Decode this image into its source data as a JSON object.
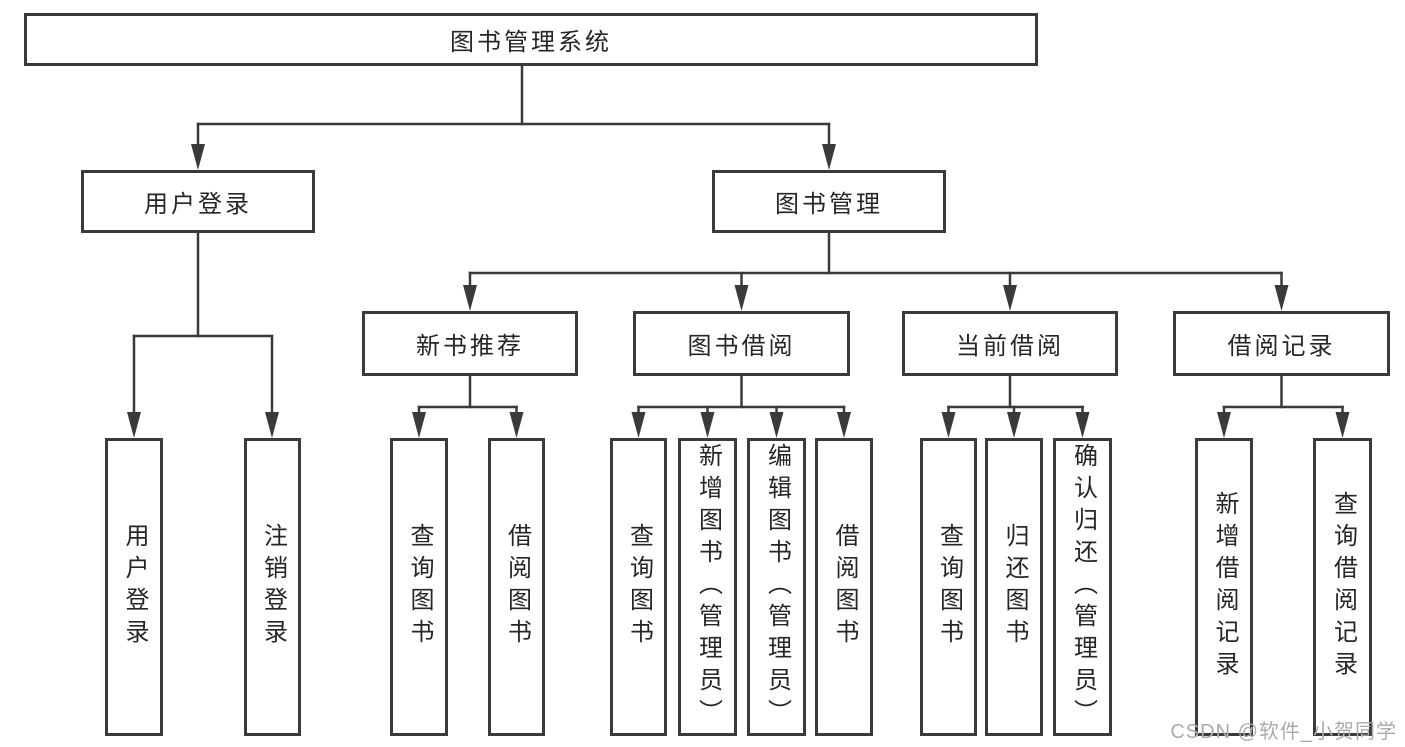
{
  "diagram": {
    "root": {
      "label": "图书管理系统"
    },
    "level2": [
      {
        "id": "user-login",
        "label": "用户登录"
      },
      {
        "id": "book-management",
        "label": "图书管理"
      }
    ],
    "level3": [
      {
        "id": "new-book-recommend",
        "label": "新书推荐"
      },
      {
        "id": "book-borrow",
        "label": "图书借阅"
      },
      {
        "id": "current-borrow",
        "label": "当前借阅"
      },
      {
        "id": "borrow-records",
        "label": "借阅记录"
      }
    ],
    "leaves": {
      "user_login": [
        "用户登录",
        "注销登录"
      ],
      "new_book": [
        "查询图书",
        "借阅图书"
      ],
      "book_borrow": [
        "查询图书",
        "新增图书（管理员）",
        "编辑图书（管理员）",
        "借阅图书"
      ],
      "current_borrow": [
        "查询图书",
        "归还图书",
        "确认归还（管理员）"
      ],
      "borrow_records": [
        "新增借阅记录",
        "查询借阅记录"
      ]
    }
  },
  "watermark": {
    "text": "CSDN @软件_小贺同学",
    "color": "#ababab"
  },
  "colors": {
    "line": "#3a3a3a",
    "text": "#262626",
    "background": "#ffffff"
  }
}
